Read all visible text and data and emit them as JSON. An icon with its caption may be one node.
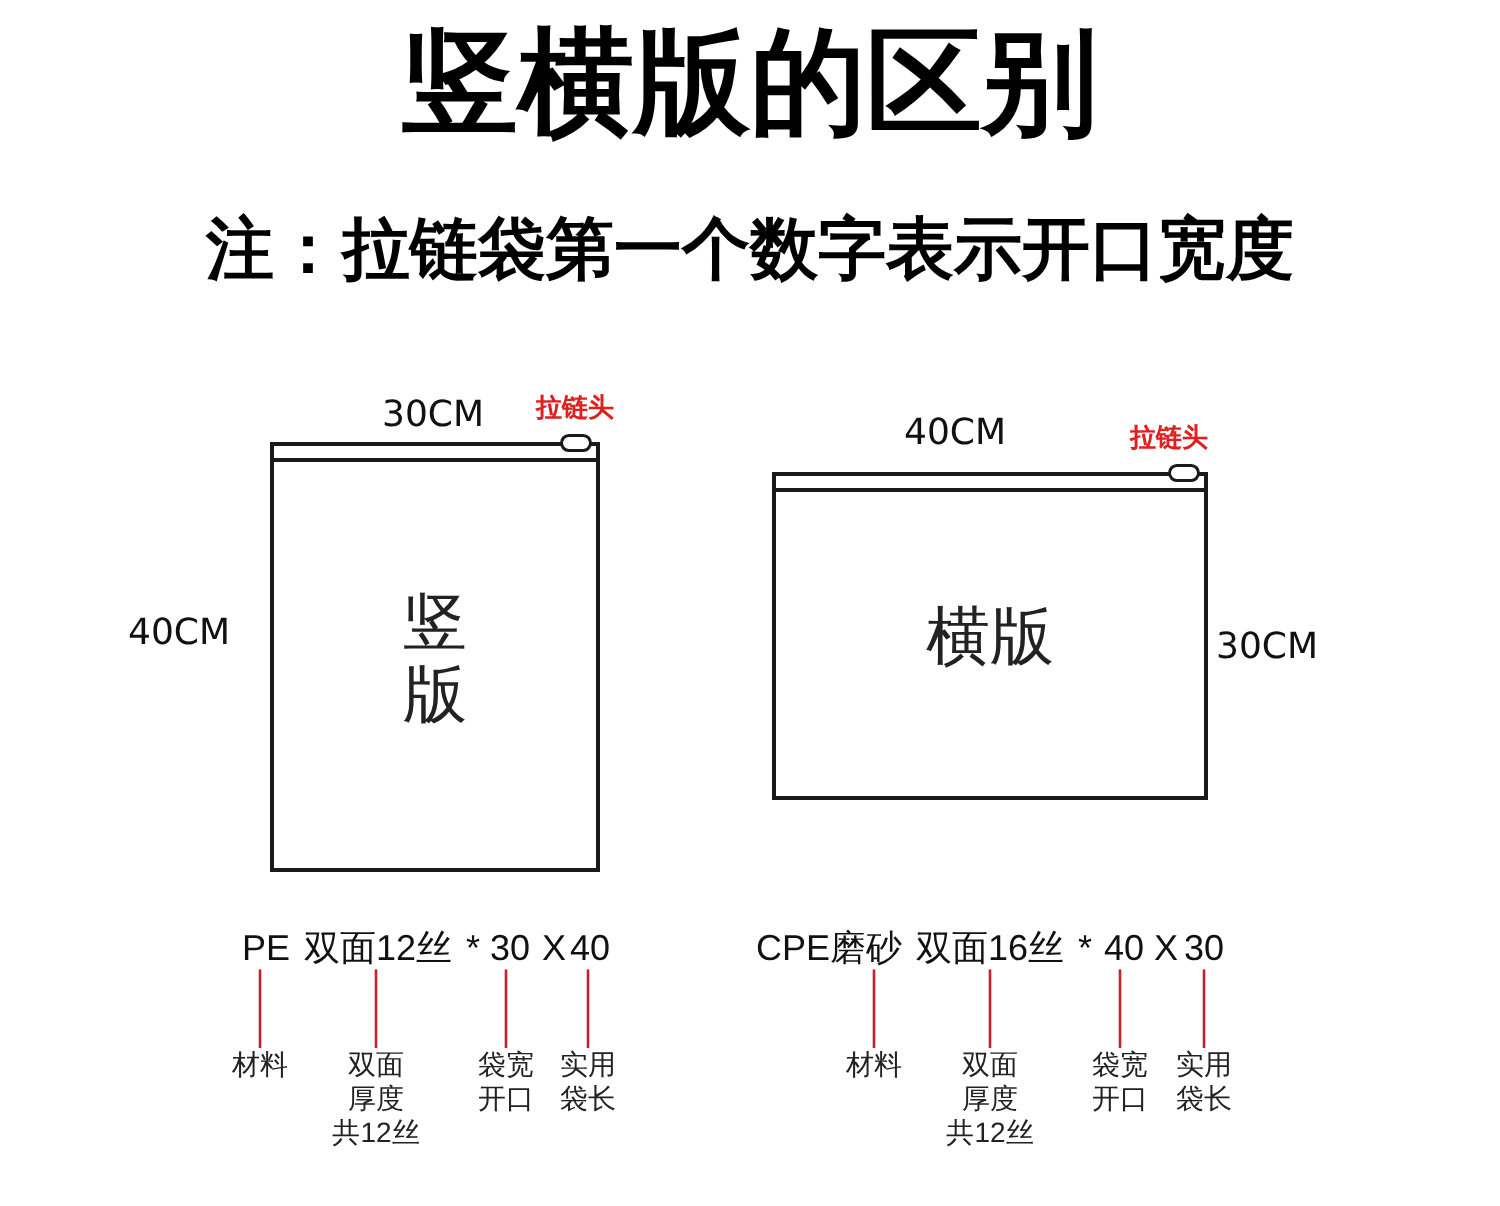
{
  "diagram": {
    "title": "竖横版的区别",
    "nodes": [
      {
        "text": [
          "竖版"
        ]
      },
      {
        "text": [
          "横版"
        ]
      },
      {
        "text": [
          "PE"
        ]
      },
      {
        "text": [
          "双面12丝"
        ]
      },
      {
        "text": [
          "30"
        ]
      },
      {
        "text": [
          "40"
        ]
      },
      {
        "text": [
          "CPE磨砂"
        ]
      },
      {
        "text": [
          "双面16丝"
        ]
      },
      {
        "text": [
          "40"
        ]
      },
      {
        "text": [
          "30"
        ]
      },
      {
        "text": [
          "材料"
        ]
      },
      {
        "text": [
          "双面厚度共12丝"
        ]
      },
      {
        "text": [
          "袋宽开口"
        ]
      },
      {
        "text": [
          "实用袋长"
        ]
      },
      {
        "text": [
          "材料"
        ]
      },
      {
        "text": [
          "双面厚度共12丝"
        ]
      },
      {
        "text": [
          "袋宽开口"
        ]
      },
      {
        "text": [
          "实用袋长"
        ]
      }
    ],
    "edges": [
      {
        "from": 10,
        "to": 2,
        "arrow": "none"
      },
      {
        "from": 11,
        "to": 3,
        "arrow": "none"
      },
      {
        "from": 12,
        "to": 4,
        "arrow": "none"
      },
      {
        "from": 13,
        "to": 5,
        "arrow": "none"
      },
      {
        "from": 14,
        "to": 6,
        "arrow": "none"
      },
      {
        "from": 15,
        "to": 7,
        "arrow": "none"
      },
      {
        "from": 16,
        "to": 8,
        "arrow": "none"
      },
      {
        "from": 17,
        "to": 9,
        "arrow": "none"
      }
    ],
    "labels": [
      "注：拉链袋第一个数字表示开口宽度",
      "30CM",
      "拉链头",
      "40CM",
      "拉链头",
      "40CM",
      "30CM",
      "*",
      "X",
      "*",
      "X"
    ]
  }
}
